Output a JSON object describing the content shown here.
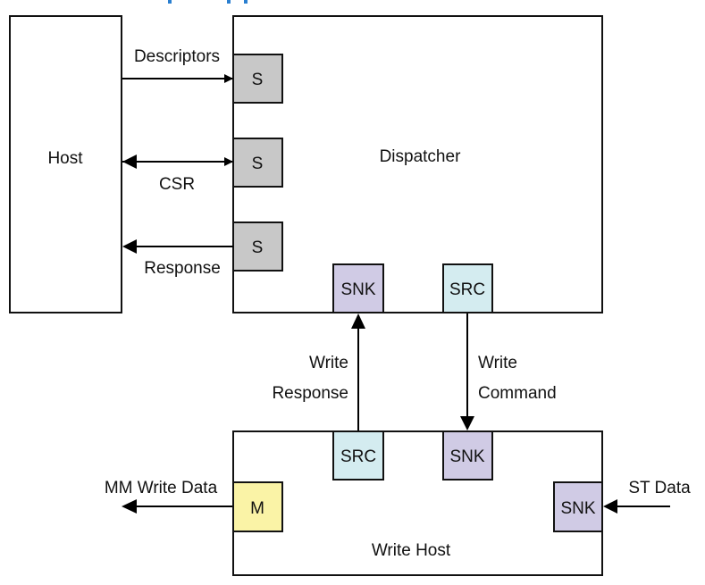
{
  "title_fragment": "",
  "blocks": {
    "host": {
      "label": "Host"
    },
    "dispatcher": {
      "label": "Dispatcher"
    },
    "write_host": {
      "label": "Write Host"
    }
  },
  "ports": {
    "dispatcher_s1": "S",
    "dispatcher_s2": "S",
    "dispatcher_s3": "S",
    "dispatcher_snk": "SNK",
    "dispatcher_src": "SRC",
    "writehost_src": "SRC",
    "writehost_snk_top": "SNK",
    "writehost_m": "M",
    "writehost_snk_right": "SNK"
  },
  "connections": {
    "descriptors": "Descriptors",
    "csr": "CSR",
    "response": "Response",
    "write_response_1": "Write",
    "write_response_2": "Response",
    "write_command_1": "Write",
    "write_command_2": "Command",
    "mm_write_data": "MM Write Data",
    "st_data": "ST Data"
  },
  "colors": {
    "slave_port": "#c8c8c8",
    "sink_port": "#d0cbe5",
    "source_port": "#d4ecf0",
    "master_port": "#faf3a6",
    "title_blue": "#2a7fd0"
  }
}
